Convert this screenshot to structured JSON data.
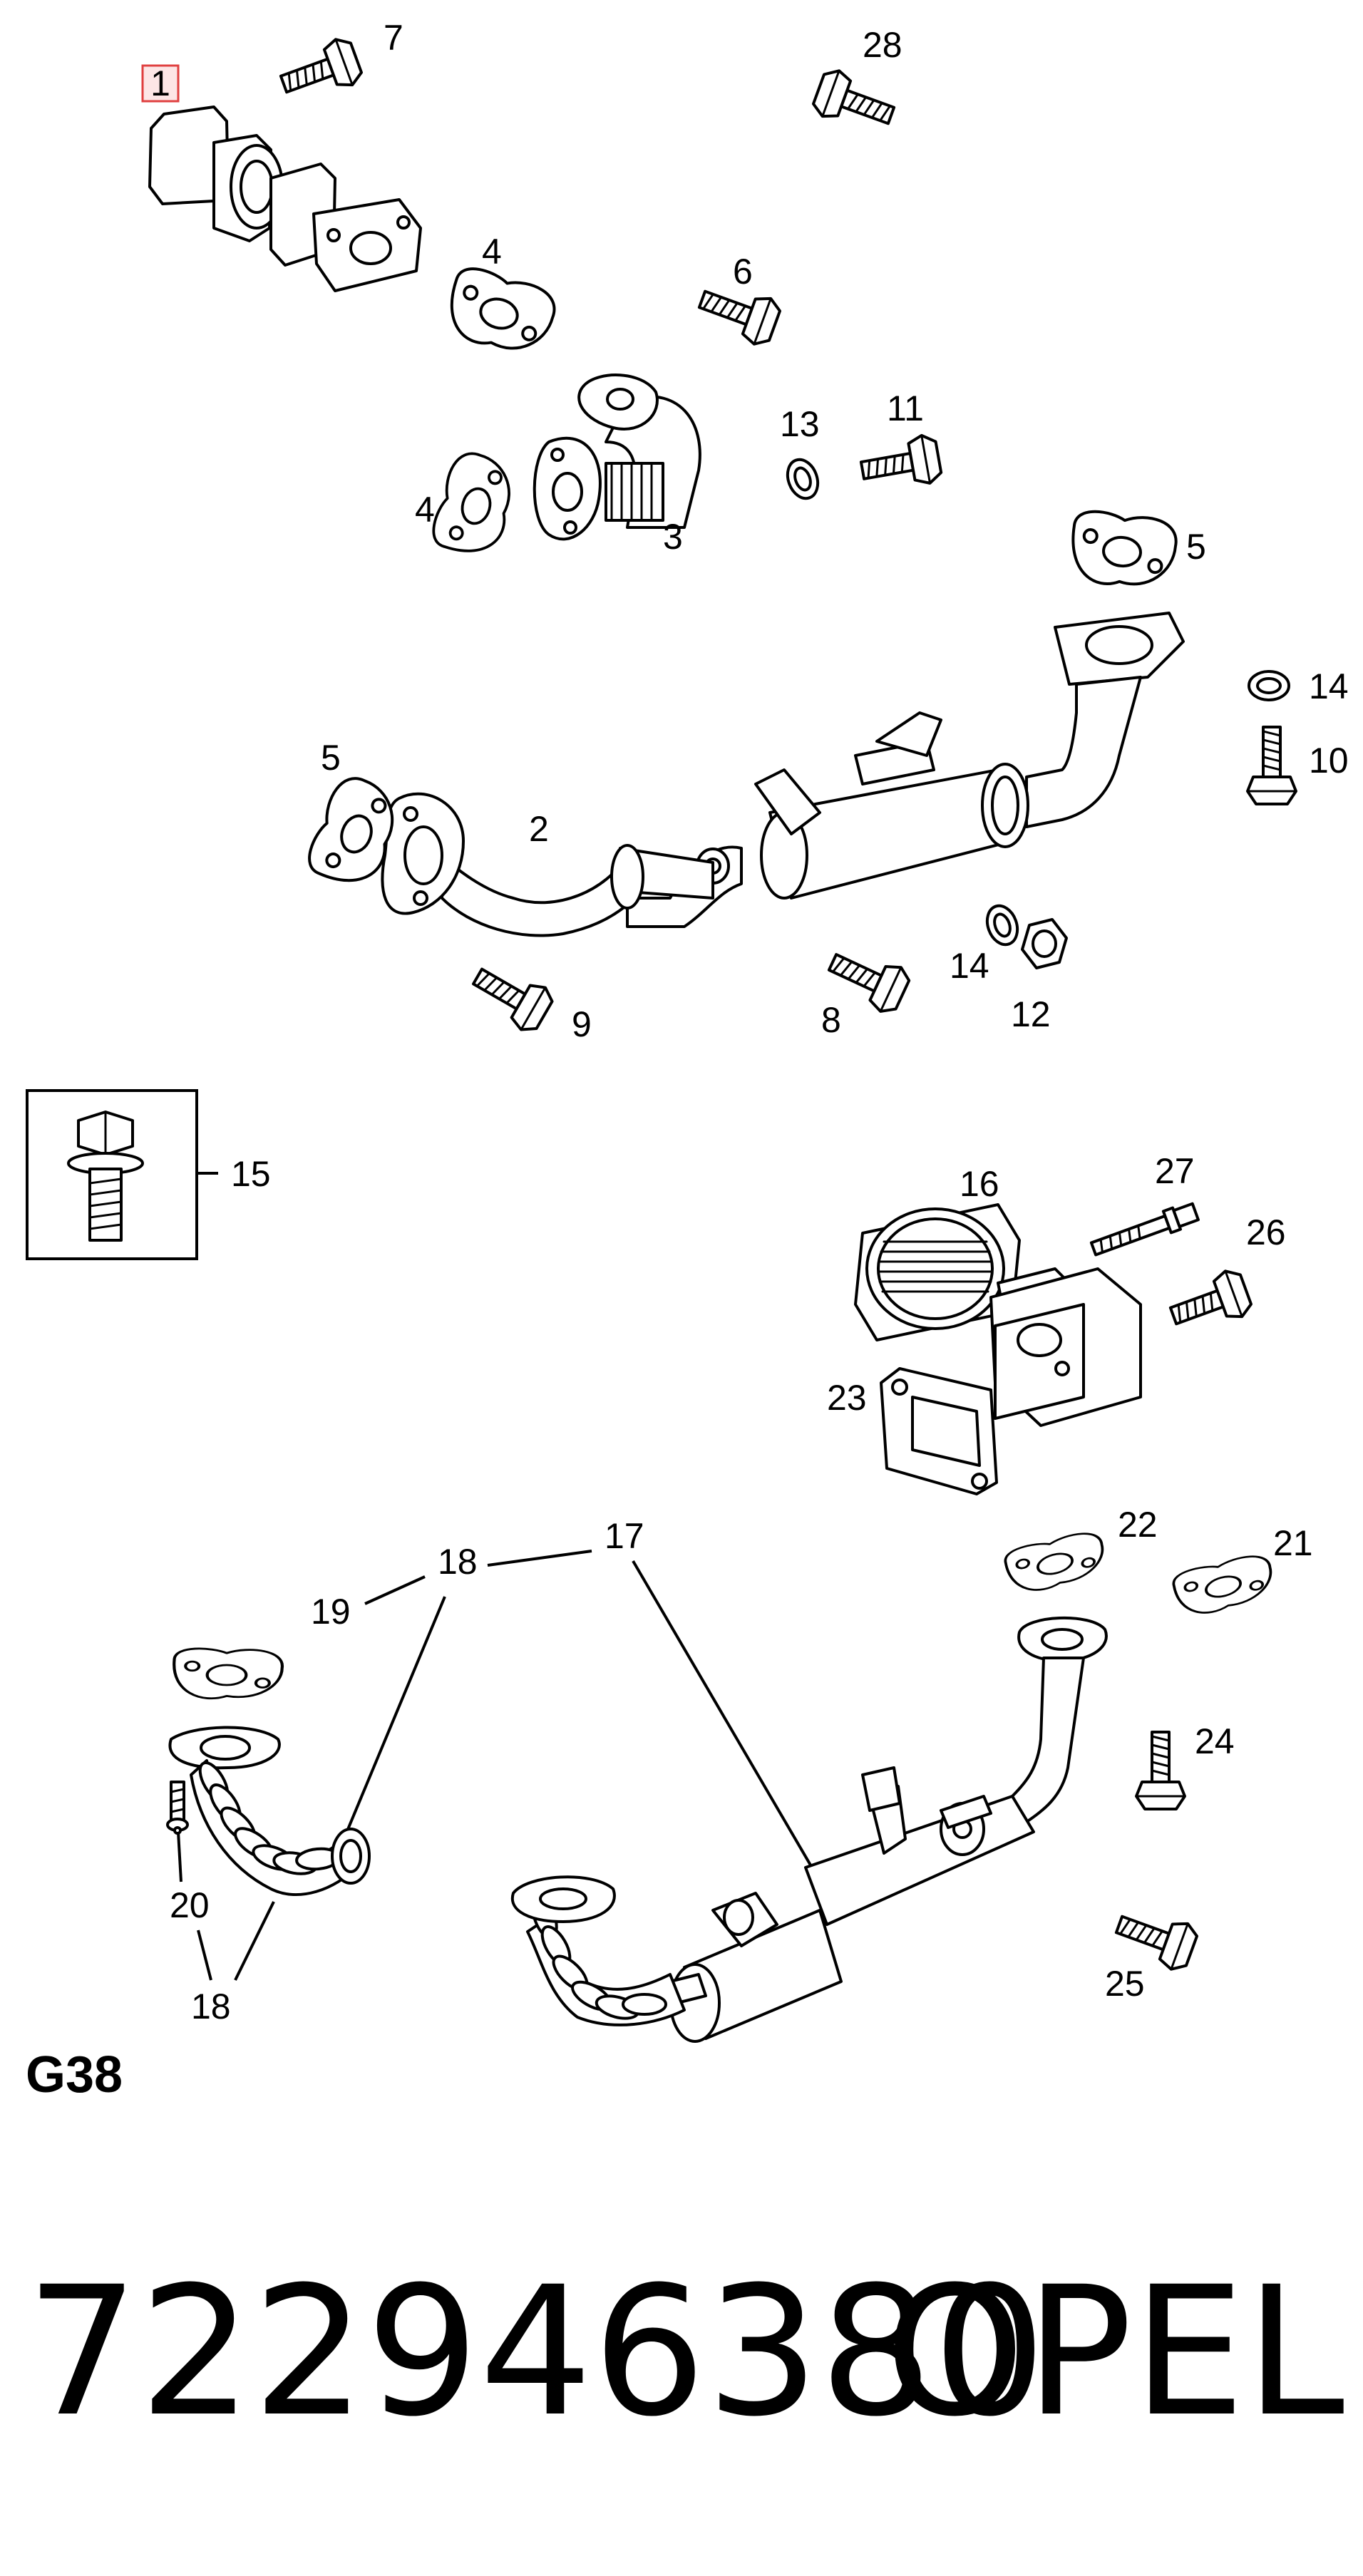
{
  "diagram": {
    "callouts": {
      "p1": "1",
      "p2": "2",
      "p3": "3",
      "p4a": "4",
      "p4b": "4",
      "p5a": "5",
      "p5b": "5",
      "p6": "6",
      "p7": "7",
      "p8": "8",
      "p9": "9",
      "p10": "10",
      "p11": "11",
      "p12": "12",
      "p13": "13",
      "p14a": "14",
      "p14b": "14",
      "p15": "15",
      "p16": "16",
      "p17": "17",
      "p18a": "18",
      "p18b": "18",
      "p19": "19",
      "p20": "20",
      "p21": "21",
      "p22": "22",
      "p23": "23",
      "p24": "24",
      "p25": "25",
      "p26": "26",
      "p27": "27",
      "p28": "28"
    },
    "highlight_color": "#e04040"
  },
  "footer": {
    "section_code": "G38",
    "part_number": "722946380",
    "brand": "OPEL"
  }
}
